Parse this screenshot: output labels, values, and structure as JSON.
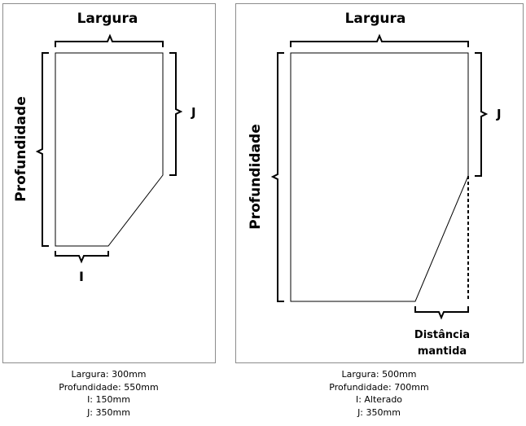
{
  "left_diagram": {
    "width_label": "Largura",
    "depth_label": "Profundidade",
    "j_label": "J",
    "i_label": "I",
    "caption": [
      "Largura: 300mm",
      "Profundidade: 550mm",
      "I: 150mm",
      "J: 350mm"
    ]
  },
  "right_diagram": {
    "width_label": "Largura",
    "depth_label": "Profundidade",
    "j_label": "J",
    "kept_distance_label_line1": "Distância",
    "kept_distance_label_line2": "mantida",
    "caption": [
      "Largura: 500mm",
      "Profundidade: 700mm",
      "I: Alterado",
      "J: 350mm"
    ]
  }
}
